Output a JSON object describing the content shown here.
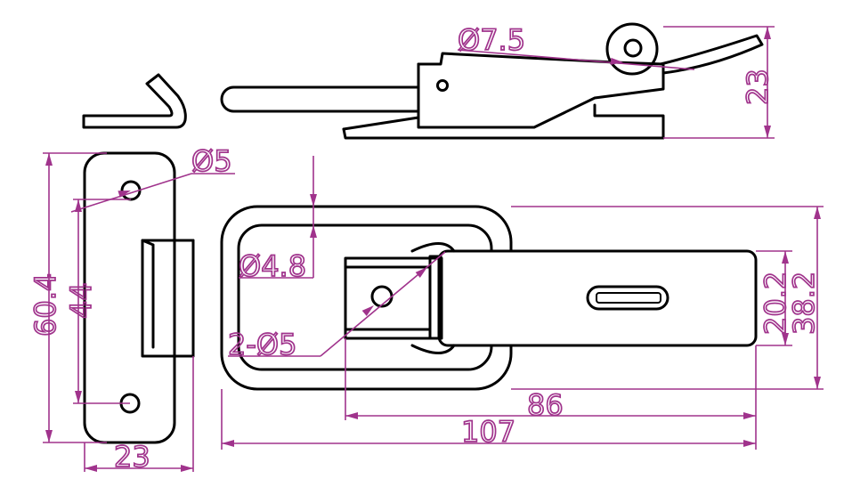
{
  "colors": {
    "dimension": "#a0338c",
    "outline": "#000000",
    "background": "#ffffff"
  },
  "dimensions": {
    "hinge_pin_dia": "Ø7.5",
    "side_height": "23",
    "hole_dia_plate": "Ø5",
    "plate_length": "60.4",
    "hole_spacing": "44",
    "plate_width": "23",
    "inner_hole_dia": "Ø4.8",
    "mount_holes": "2-Ø5",
    "lever_width": "20.2",
    "base_width": "38.2",
    "lever_length": "86",
    "overall_length": "107"
  }
}
